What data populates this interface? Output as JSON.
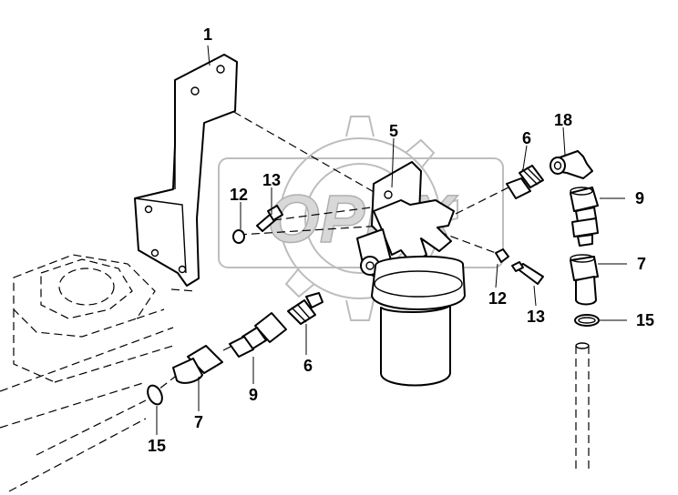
{
  "watermark": {
    "text": "OPEX"
  },
  "callouts": {
    "c1": "1",
    "c5": "5",
    "c6a": "6",
    "c18": "18",
    "c13a": "13",
    "c12a": "12",
    "c9a": "9",
    "c7a": "7",
    "c12b": "12",
    "c13b": "13",
    "c15a": "15",
    "c6b": "6",
    "c9b": "9",
    "c7b": "7",
    "c15b": "15"
  }
}
